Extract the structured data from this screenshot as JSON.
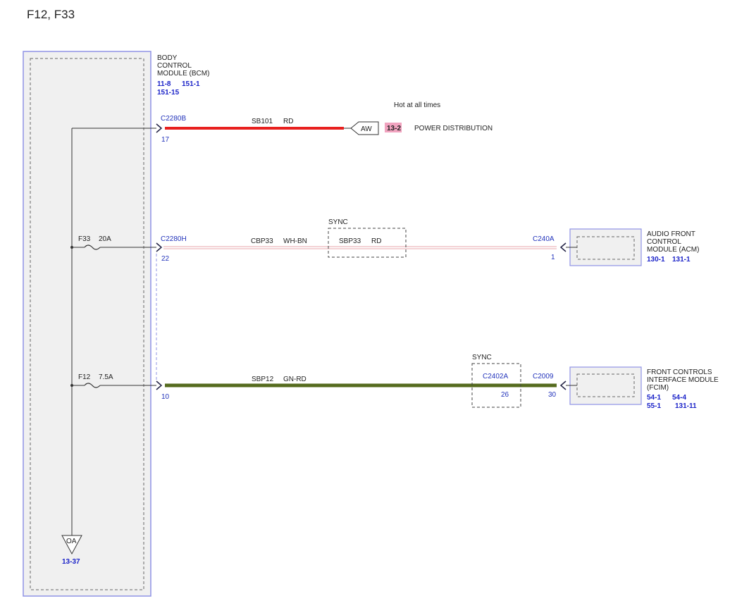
{
  "page_title": "F12, F33",
  "colors": {
    "wire_red": "#e8201e",
    "wire_green": "#556b1e",
    "wire_pink": "#e8a7ae",
    "module_border": "#8f93e6",
    "module_fill": "#f0f0f0",
    "connector_blue": "#2233bb",
    "ref_blue": "#1a22c8",
    "highlight_pink": "#f1a3bf"
  },
  "bcm": {
    "name_lines": [
      "BODY",
      "CONTROL",
      "MODULE (BCM)"
    ],
    "refs_row1": [
      "11-8",
      "151-1"
    ],
    "refs_row2": [
      "151-15"
    ]
  },
  "circuits": {
    "sb101": {
      "note": "Hot at all times",
      "connector": "C2280B",
      "pin": "17",
      "wire_code": "SB101",
      "wire_color": "RD",
      "symbol_label": "AW",
      "page_ref": "13-2",
      "destination": "POWER DISTRIBUTION"
    },
    "cbp33": {
      "fuse_name": "F33",
      "fuse_rating": "20A",
      "connector": "C2280H",
      "pin": "22",
      "wire_code": "CBP33",
      "wire_color": "WH-BN",
      "sync_label": "SYNC",
      "sync_wire_code": "SBP33",
      "sync_wire_color": "RD",
      "dest_connector": "C240A",
      "dest_pin": "1",
      "dest_name_lines": [
        "AUDIO FRONT",
        "CONTROL",
        "MODULE (ACM)"
      ],
      "dest_refs": [
        "130-1",
        "131-1"
      ]
    },
    "sbp12": {
      "fuse_name": "F12",
      "fuse_rating": "7.5A",
      "pin": "10",
      "wire_code": "SBP12",
      "wire_color": "GN-RD",
      "sync_label": "SYNC",
      "sync_connector": "C2402A",
      "sync_pin": "26",
      "dest_connector": "C2009",
      "dest_pin": "30",
      "dest_name_lines": [
        "FRONT CONTROLS",
        "INTERFACE MODULE",
        "(FCIM)"
      ],
      "dest_refs_row1": [
        "54-1",
        "54-4"
      ],
      "dest_refs_row2": [
        "55-1",
        "131-11"
      ]
    }
  },
  "ground": {
    "symbol_label": "OA",
    "page_ref": "13-37"
  }
}
